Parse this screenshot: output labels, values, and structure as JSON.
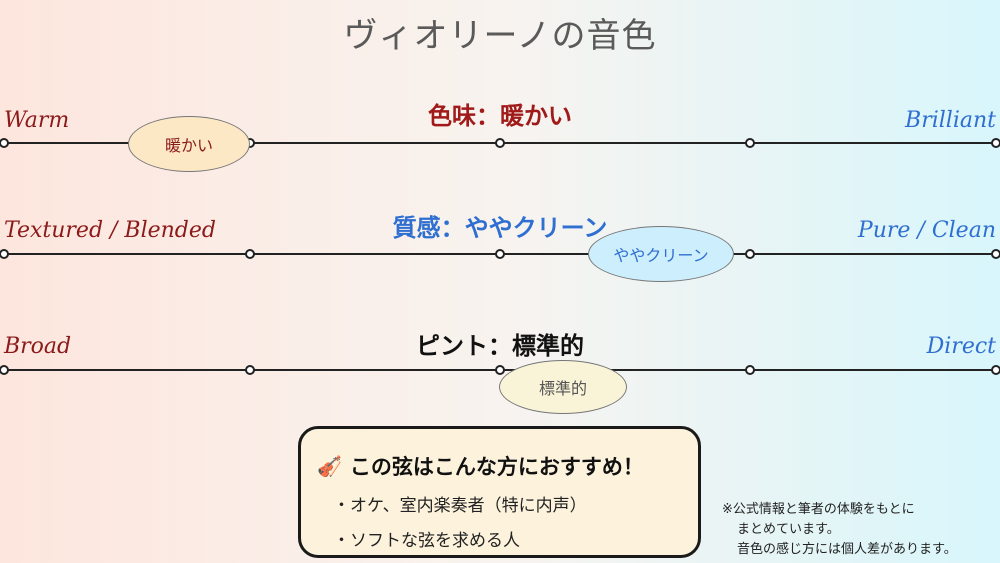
{
  "title": "ヴィオリーノの音色",
  "scales": [
    {
      "heading": "色味：暖かい",
      "heading_color": "#a11a1a",
      "left_label": "Warm",
      "right_label": "Brilliant",
      "marker_label": "暖かい",
      "marker_fill": "#fde8c6",
      "marker_text_color": "#8b1a1a"
    },
    {
      "heading": "質感：ややクリーン",
      "heading_color": "#2f6fd1",
      "left_label": "Textured / Blended",
      "right_label": "Pure / Clean",
      "marker_label": "ややクリーン",
      "marker_fill": "#cdeefc",
      "marker_text_color": "#2f6fd1"
    },
    {
      "heading": "ピント：標準的",
      "heading_color": "#111111",
      "left_label": "Broad",
      "right_label": "Direct",
      "marker_label": "標準的",
      "marker_fill": "#f9f4d8",
      "marker_text_color": "#555555"
    }
  ],
  "callout": {
    "icon": "violin-icon",
    "title": "この弦はこんな方におすすめ！",
    "items": [
      "・オケ、室内楽奏者（特に内声）",
      "・ソフトな弦を求める人"
    ]
  },
  "note": {
    "line1": "※公式情報と筆者の体験をもとに",
    "line2": "まとめています。",
    "line3": "音色の感じ方には個人差があります。"
  }
}
